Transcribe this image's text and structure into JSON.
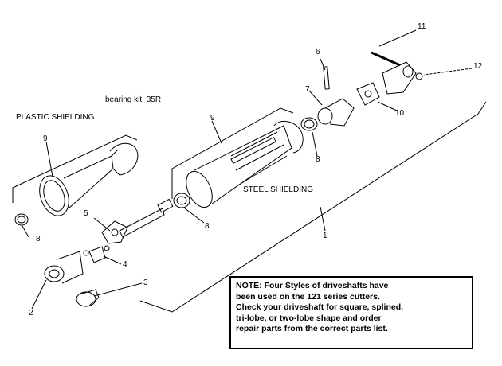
{
  "labels": {
    "bearing_kit": "bearing kit, 35R",
    "plastic_shielding": "PLASTIC SHIELDING",
    "steel_shielding": "STEEL SHIELDING"
  },
  "callouts": [
    "1",
    "2",
    "3",
    "4",
    "5",
    "6",
    "7",
    "8",
    "8",
    "8",
    "9",
    "9",
    "10",
    "11",
    "12"
  ],
  "note": {
    "lines": [
      "NOTE: Four Styles of driveshafts have",
      "been used on the 121 series cutters.",
      "Check your driveshaft for square, splined,",
      "tri-lobe, or two-lobe  shape and order",
      "repair parts from the correct parts list."
    ]
  },
  "colors": {
    "line": "#000000",
    "background": "#ffffff"
  }
}
